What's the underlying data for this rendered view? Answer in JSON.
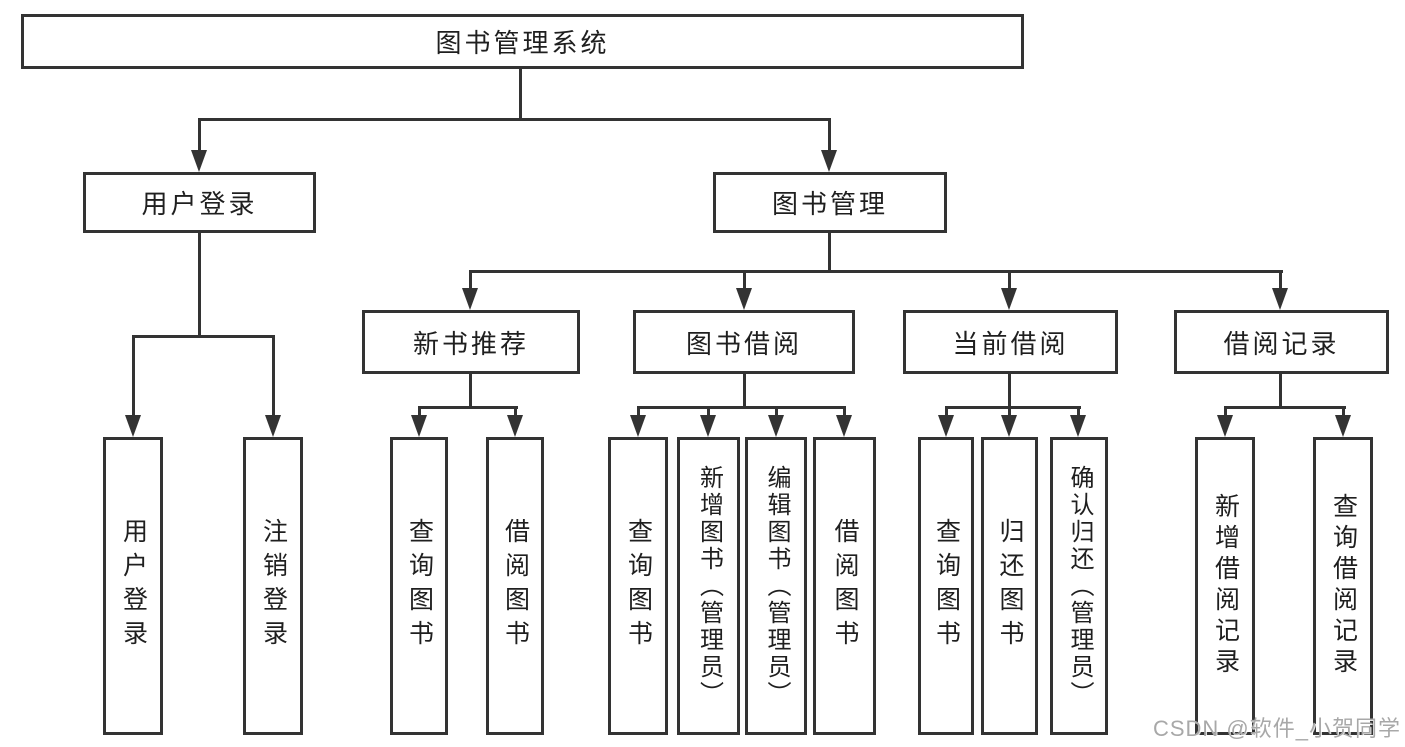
{
  "nodes": {
    "root": "图书管理系统",
    "userLogin": "用户登录",
    "bookMgmt": "图书管理",
    "newRec": "新书推荐",
    "bookBorrow": "图书借阅",
    "currentBorrow": "当前借阅",
    "borrowRecord": "借阅记录",
    "leafUserLogin": "用户登录",
    "leafLogout": "注销登录",
    "leafQueryBooksA": "查询图书",
    "leafBorrowBooksA": "借阅图书",
    "leafQueryBooksB": "查询图书",
    "leafAddBookAdmin": "新增图书（管理员）",
    "leafEditBookAdmin": "编辑图书（管理员）",
    "leafBorrowBooksB": "借阅图书",
    "leafQueryBooksC": "查询图书",
    "leafReturnBooks": "归还图书",
    "leafConfirmReturnAdmin": "确认归还（管理员）",
    "leafAddBorrowRecord": "新增借阅记录",
    "leafQueryBorrowRecord": "查询借阅记录"
  },
  "watermark": "CSDN @软件_小贺同学",
  "colors": {
    "line": "#333333",
    "background": "#ffffff",
    "watermark": "#a8a8a8"
  }
}
